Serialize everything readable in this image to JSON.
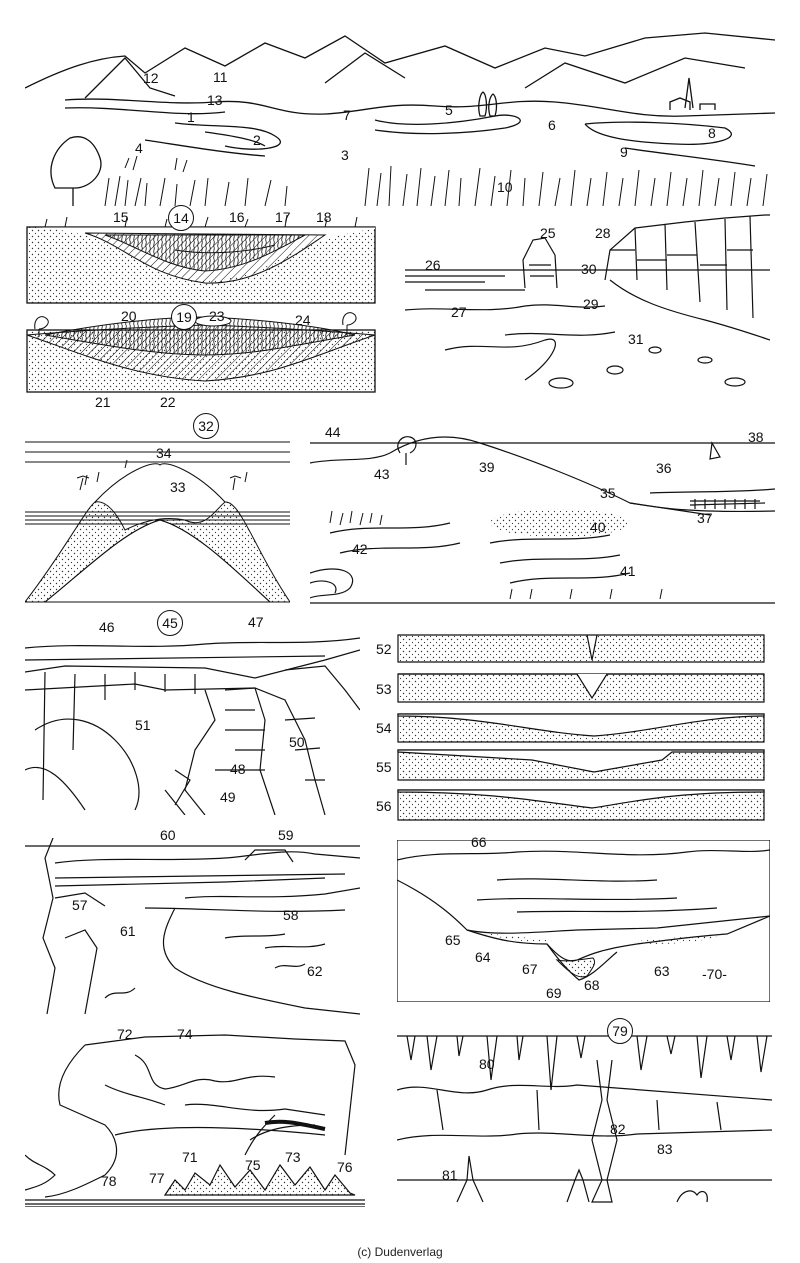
{
  "copyright": "(c) Dudenverlag",
  "scene_meander": {
    "labels": {
      "n1": "1",
      "n2": "2",
      "n3": "3",
      "n4": "4",
      "n5": "5",
      "n6": "6",
      "n7": "7",
      "n8": "8",
      "n9": "9",
      "n10": "10",
      "n11": "11",
      "n12": "12",
      "n13": "13"
    }
  },
  "section_bog": {
    "circled": "14",
    "labels": {
      "n15": "15",
      "n16": "16",
      "n17": "17",
      "n18": "18"
    }
  },
  "section_raised_bog": {
    "circled": "19",
    "labels": {
      "n20": "20",
      "n21": "21",
      "n22": "22",
      "n23": "23",
      "n24": "24"
    }
  },
  "scene_cliff_coast": {
    "labels": {
      "n25": "25",
      "n26": "26",
      "n27": "27",
      "n28": "28",
      "n29": "29",
      "n30": "30",
      "n31": "31"
    }
  },
  "section_atoll": {
    "circled": "32",
    "labels": {
      "n33": "33",
      "n34": "34"
    }
  },
  "scene_dune_coast": {
    "labels": {
      "n35": "35",
      "n36": "36",
      "n37": "37",
      "n38": "38",
      "n39": "39",
      "n40": "40",
      "n41": "41",
      "n42": "42",
      "n43": "43",
      "n44": "44"
    }
  },
  "scene_canyon": {
    "circled": "45",
    "labels": {
      "n46": "46",
      "n47": "47",
      "n48": "48",
      "n49": "49",
      "n50": "50",
      "n51": "51"
    }
  },
  "valley_profiles": {
    "labels": [
      "52",
      "53",
      "54",
      "55",
      "56"
    ]
  },
  "scene_river_terraces": {
    "labels": {
      "n57": "57",
      "n58": "58",
      "n59": "59",
      "n60": "60",
      "n61": "61",
      "n62": "62"
    }
  },
  "scene_lake_section": {
    "labels": {
      "n63": "63",
      "n64": "64",
      "n65": "65",
      "n66": "66",
      "n67": "67",
      "n68": "68",
      "n69": "69",
      "n70": "-70-"
    }
  },
  "scene_karst": {
    "labels": {
      "n71": "71",
      "n72": "72",
      "n73": "73",
      "n74": "74",
      "n75": "75",
      "n76": "76",
      "n77": "77",
      "n78": "78"
    }
  },
  "scene_cave": {
    "circled": "79",
    "labels": {
      "n80": "80",
      "n81": "81",
      "n82": "82",
      "n83": "83"
    }
  }
}
